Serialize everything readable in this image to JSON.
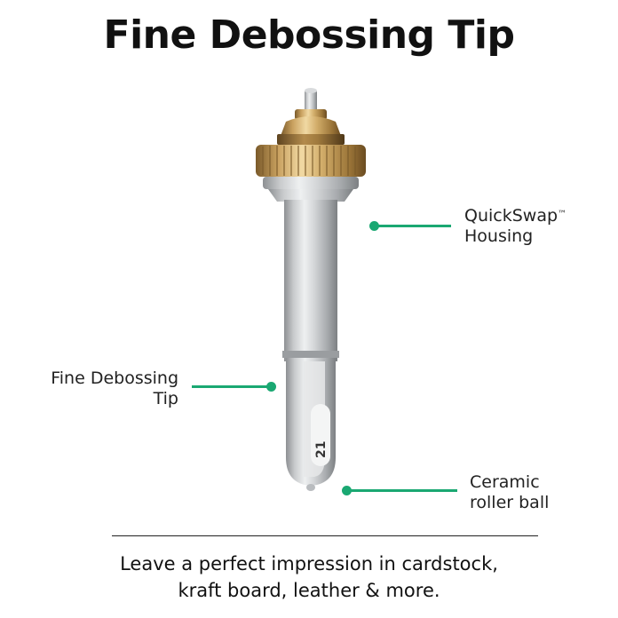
{
  "title": "Fine Debossing Tip",
  "labels": {
    "housing_line1": "QuickSwap",
    "housing_tm": "™",
    "housing_line2": "Housing",
    "tip_line1": "Fine Debossing",
    "tip_line2": "Tip",
    "ball_line1": "Ceramic",
    "ball_line2": "roller ball"
  },
  "product": {
    "tip_number": "21"
  },
  "tagline": {
    "line1": "Leave a perfect impression in cardstock,",
    "line2": "kraft board, leather & more."
  },
  "colors": {
    "accent": "#1aa872",
    "gold": "#c9a15f",
    "silver": "#c4c6c8"
  }
}
